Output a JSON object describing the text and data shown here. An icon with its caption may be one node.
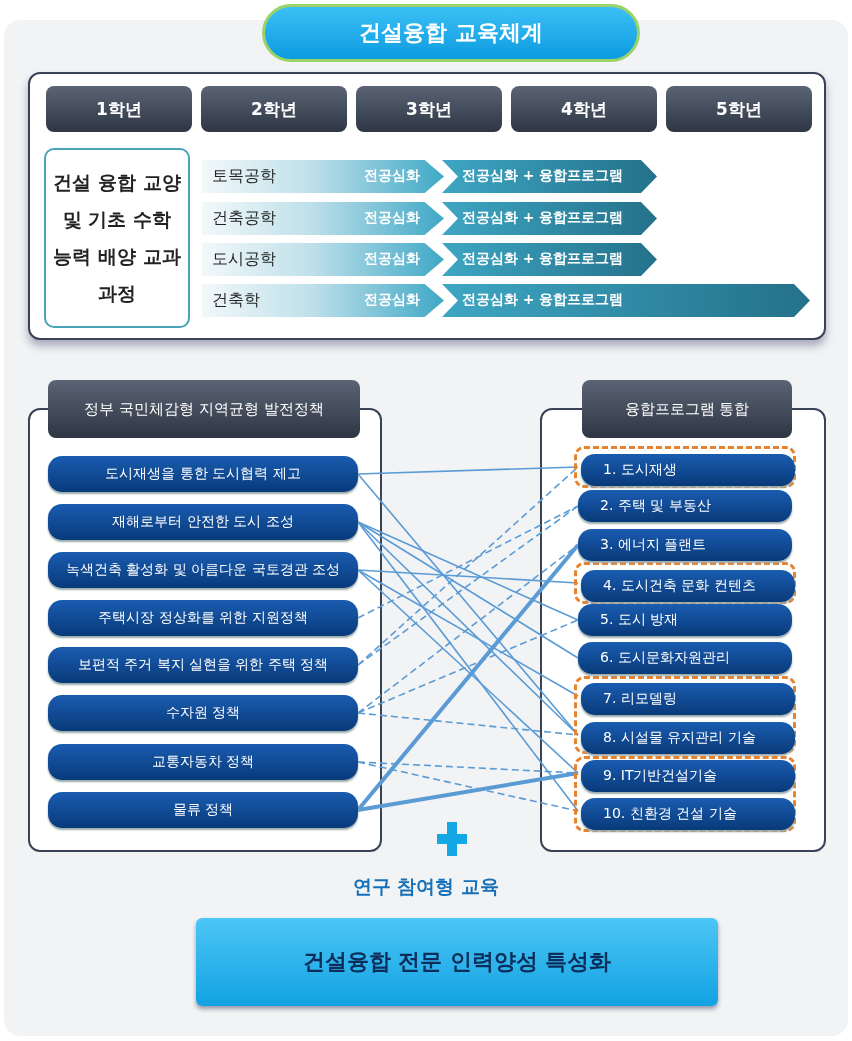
{
  "diagram": {
    "title": "건설융합 교육체계",
    "nodes": [
      {
        "text": [],
        "shape": "box"
      },
      {
        "text": [
          "1학년"
        ],
        "in": 0
      },
      {
        "text": [
          "2학년"
        ],
        "in": 0
      },
      {
        "text": [
          "3학년"
        ],
        "in": 0
      },
      {
        "text": [
          "4학년"
        ],
        "in": 0
      },
      {
        "text": [
          "5학년"
        ],
        "in": 0
      },
      {
        "text": [
          "건설 융합 교양 및 기초 수학 능력 배양 교과 과정"
        ],
        "in": 0
      },
      {
        "text": [
          "토목공학",
          "전공심화"
        ],
        "in": 0
      },
      {
        "text": [
          "전공심화 + 융합프로그램"
        ],
        "in": 0
      },
      {
        "text": [
          "건축공학",
          "전공심화"
        ],
        "in": 0
      },
      {
        "text": [
          "전공심화 + 융합프로그램"
        ],
        "in": 0
      },
      {
        "text": [
          "도시공학",
          "전공심화"
        ],
        "in": 0
      },
      {
        "text": [
          "전공심화 + 융합프로그램"
        ],
        "in": 0
      },
      {
        "text": [
          "건축학",
          "전공심화"
        ],
        "in": 0
      },
      {
        "text": [
          "전공심화 + 융합프로그램"
        ],
        "in": 0
      },
      {
        "text": [
          "정부 국민체감형 지역균형 발전정책"
        ]
      },
      {
        "text": [
          "도시재생을 통한 도시협력 제고"
        ],
        "in": 15
      },
      {
        "text": [
          "재해로부터 안전한 도시 조성"
        ],
        "in": 15
      },
      {
        "text": [
          "녹색건축 활성화 및 아름다운 국토경관 조성"
        ],
        "in": 15
      },
      {
        "text": [
          "주택시장 정상화를 위한 지원정책"
        ],
        "in": 15
      },
      {
        "text": [
          "보편적 주거 복지 실현을 위한 주택 정책"
        ],
        "in": 15
      },
      {
        "text": [
          "수자원 정책"
        ],
        "in": 15
      },
      {
        "text": [
          "교통자동차 정책"
        ],
        "in": 15
      },
      {
        "text": [
          "물류 정책"
        ],
        "in": 15
      },
      {
        "text": [
          "융합프로그램 통합"
        ]
      },
      {
        "text": [],
        "shape": "box",
        "in": 24
      },
      {
        "text": [
          "1. 도시재생"
        ],
        "in": 25
      },
      {
        "text": [
          "2. 주택 및 부동산"
        ],
        "in": 24
      },
      {
        "text": [
          "3. 에너지 플랜트"
        ],
        "in": 24
      },
      {
        "text": [],
        "shape": "box",
        "in": 24
      },
      {
        "text": [
          "4. 도시건축 문화 컨텐츠"
        ],
        "in": 29
      },
      {
        "text": [
          "5. 도시 방재"
        ],
        "in": 24
      },
      {
        "text": [
          "6. 도시문화자원관리"
        ],
        "in": 24
      },
      {
        "text": [],
        "shape": "box",
        "in": 24
      },
      {
        "text": [
          "7. 리모델링"
        ],
        "in": 33
      },
      {
        "text": [
          "8. 시설물 유지관리 기술"
        ],
        "in": 33
      },
      {
        "text": [],
        "shape": "box",
        "in": 24
      },
      {
        "text": [
          "9. IT기반건설기술"
        ],
        "in": 36
      },
      {
        "text": [
          "10. 친환경 건설 기술"
        ],
        "in": 36
      },
      {
        "text": [
          "건설융합 전문 인력양성 특성화"
        ]
      }
    ],
    "edges": [
      {
        "from": 16,
        "to": 26,
        "arrow": "none"
      },
      {
        "from": 16,
        "to": 35,
        "arrow": "none"
      },
      {
        "from": 17,
        "to": 31,
        "arrow": "none"
      },
      {
        "from": 17,
        "to": 32,
        "arrow": "none"
      },
      {
        "from": 17,
        "to": 35,
        "arrow": "none"
      },
      {
        "from": 17,
        "to": 38,
        "arrow": "none"
      },
      {
        "from": 18,
        "to": 30,
        "arrow": "none"
      },
      {
        "from": 18,
        "to": 34,
        "arrow": "none"
      },
      {
        "from": 18,
        "to": 37,
        "arrow": "none"
      },
      {
        "from": 19,
        "to": 27,
        "arrow": "none",
        "style": "dashed"
      },
      {
        "from": 20,
        "to": 26,
        "arrow": "none",
        "style": "dashed"
      },
      {
        "from": 20,
        "to": 27,
        "arrow": "none",
        "style": "dashed"
      },
      {
        "from": 21,
        "to": 28,
        "arrow": "none",
        "style": "dashed"
      },
      {
        "from": 21,
        "to": 31,
        "arrow": "none",
        "style": "dashed"
      },
      {
        "from": 21,
        "to": 35,
        "arrow": "none",
        "style": "dashed"
      },
      {
        "from": 22,
        "to": 37,
        "arrow": "none",
        "style": "dashed"
      },
      {
        "from": 22,
        "to": 38,
        "arrow": "none",
        "style": "dashed"
      },
      {
        "from": 23,
        "to": 28,
        "arrow": "none",
        "style": "thick"
      },
      {
        "from": 23,
        "to": 37,
        "arrow": "none",
        "style": "thick"
      }
    ],
    "labels": [
      "연구 참여형 교육"
    ]
  }
}
